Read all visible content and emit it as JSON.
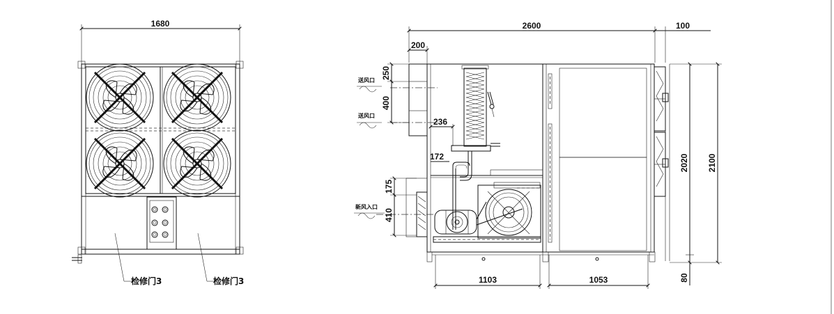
{
  "front_view": {
    "width_dim": "1680",
    "access_door_left": "检修门3",
    "access_door_right": "检修门3"
  },
  "side_view": {
    "length_dim": "2600",
    "extension_dim": "100",
    "duct_width_dim": "200",
    "dim_250": "250",
    "dim_400": "400",
    "dim_236": "236",
    "dim_172": "172",
    "dim_175": "175",
    "dim_410": "410",
    "dim_1103": "1103",
    "dim_1053": "1053",
    "height_2020": "2020",
    "height_2100": "2100",
    "base_80": "80",
    "supply_air_outlet_1": "送风口",
    "supply_air_outlet_2": "送风口",
    "fresh_air_inlet": "新风入口"
  },
  "colors": {
    "line": "#111111",
    "background": "#ffffff"
  }
}
